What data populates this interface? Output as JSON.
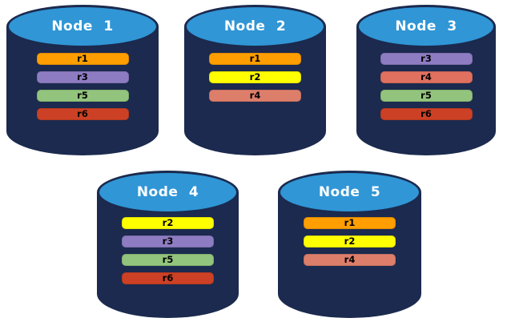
{
  "colors": {
    "background": "#ffffff",
    "cylinder_body": "#1b2a4e",
    "cylinder_top": "#3096d6",
    "node_label_text": "#ffffff",
    "bar_label_text": "#000000",
    "r1": "#ff9e00",
    "r2": "#ffff00",
    "r3": "#8e7cc3",
    "r4": "#dd7e6b",
    "r5": "#93c47d",
    "r6": "#cc4125"
  },
  "nodes": [
    {
      "label": "Node 1",
      "replicas": [
        {
          "label": "r1",
          "color": "#ff9e00"
        },
        {
          "label": "r3",
          "color": "#8e7cc3"
        },
        {
          "label": "r5",
          "color": "#93c47d"
        },
        {
          "label": "r6",
          "color": "#cc4125"
        }
      ]
    },
    {
      "label": "Node 2",
      "replicas": [
        {
          "label": "r1",
          "color": "#ff9e00"
        },
        {
          "label": "r2",
          "color": "#ffff00"
        },
        {
          "label": "r4",
          "color": "#dd7e6b"
        }
      ]
    },
    {
      "label": "Node 3",
      "replicas": [
        {
          "label": "r3",
          "color": "#8e7cc3"
        },
        {
          "label": "r4",
          "color": "#e0705f"
        },
        {
          "label": "r5",
          "color": "#93c47d"
        },
        {
          "label": "r6",
          "color": "#cc4125"
        }
      ]
    },
    {
      "label": "Node 4",
      "replicas": [
        {
          "label": "r2",
          "color": "#ffff00"
        },
        {
          "label": "r3",
          "color": "#8e7cc3"
        },
        {
          "label": "r5",
          "color": "#93c47d"
        },
        {
          "label": "r6",
          "color": "#cc4125"
        }
      ]
    },
    {
      "label": "Node 5",
      "replicas": [
        {
          "label": "r1",
          "color": "#ff9e00"
        },
        {
          "label": "r2",
          "color": "#ffff00"
        },
        {
          "label": "r4",
          "color": "#dd7e6b"
        }
      ]
    }
  ]
}
